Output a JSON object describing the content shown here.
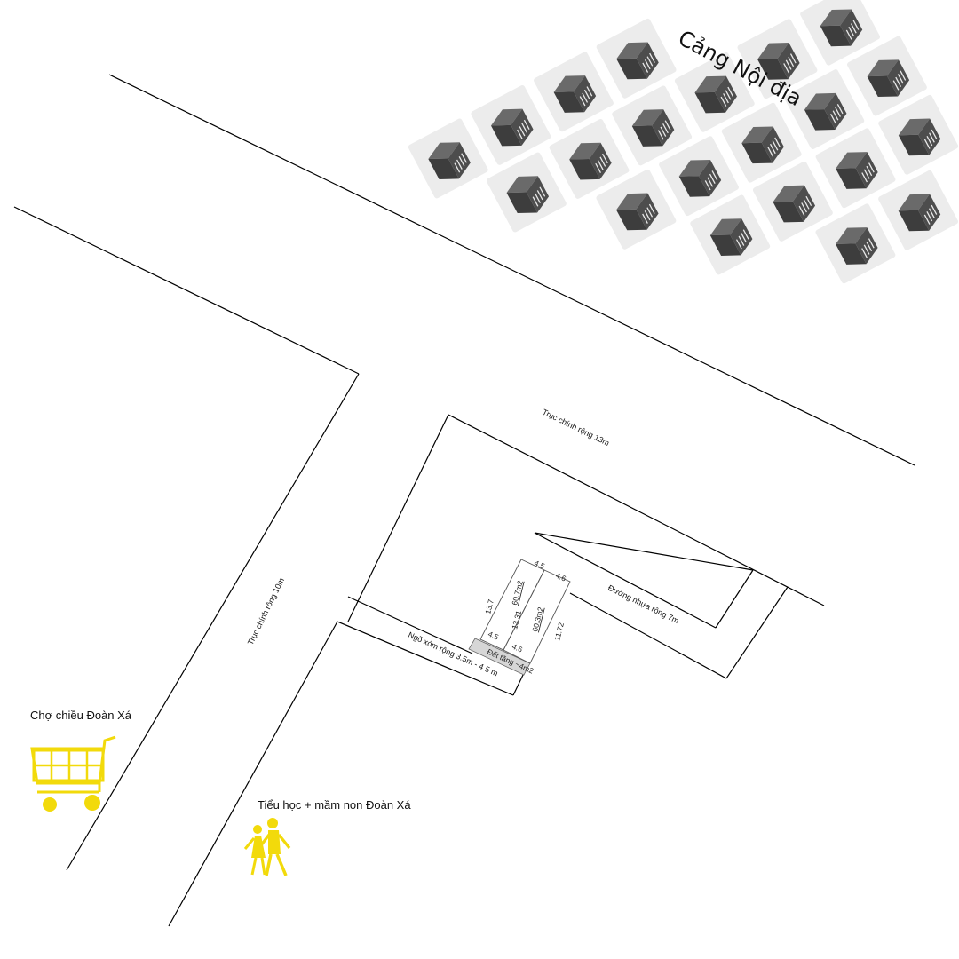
{
  "map": {
    "port_label": "Cảng Nội địa",
    "roads": {
      "main_13m": "Trục chính  rộng 13m",
      "main_10m": "Trục chính  rộng 10m",
      "asphalt_7m": "Đường nhựa rộng 7m",
      "alley": "Ngõ xóm rộng 3.5m - 4.5 m"
    },
    "pois": {
      "market": "Chợ chiều Đoàn Xá",
      "school": "Tiểu học + mầm non Đoàn Xá"
    },
    "lots": {
      "lot1_area": "60.7m2",
      "lot2_area": "60.3m2",
      "lot1_length": "13.7",
      "lot_mid_length": "13.31",
      "lot2_length": "11.72",
      "lot1_top_width": "4.5",
      "lot2_top_width": "4.6",
      "lot1_bottom_width": "4.5",
      "lot2_bottom_width": "4.6",
      "gift_note": "Đất tặng ~4m2"
    },
    "colors": {
      "poi_icon": "#f2da0b",
      "buildings": "#4d4d4d"
    },
    "icons": {
      "port": "building-icon",
      "market": "shopping-cart-icon",
      "school": "walking-children-icon"
    }
  }
}
